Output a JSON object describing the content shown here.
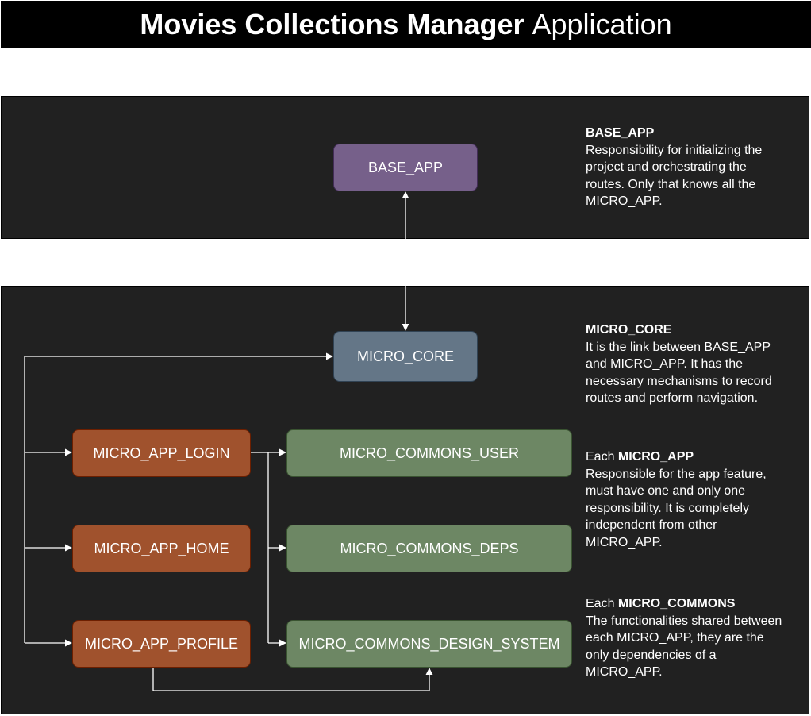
{
  "title": {
    "bold": "Movies Collections Manager",
    "regular": "Application"
  },
  "nodes": {
    "base_app": "BASE_APP",
    "micro_core": "MICRO_CORE",
    "micro_app_login": "MICRO_APP_LOGIN",
    "micro_app_home": "MICRO_APP_HOME",
    "micro_app_profile": "MICRO_APP_PROFILE",
    "micro_commons_user": "MICRO_COMMONS_USER",
    "micro_commons_deps": "MICRO_COMMONS_DEPS",
    "micro_commons_design_system": "MICRO_COMMONS_DESIGN_SYSTEM"
  },
  "descriptions": {
    "base_app": {
      "heading": "BASE_APP",
      "lines": [
        "Responsibility for initializing the",
        "project and orchestrating the",
        "routes. Only that knows all the",
        "MICRO_APP."
      ]
    },
    "micro_core": {
      "heading": "MICRO_CORE",
      "lines": [
        "It is the link between BASE_APP",
        "and MICRO_APP. It has the",
        "necessary mechanisms to record",
        "routes and perform navigation."
      ]
    },
    "micro_app": {
      "heading_prefix": "Each ",
      "heading": "MICRO_APP",
      "lines": [
        "Responsible for the app feature,",
        "must have one and only one",
        "responsibility. It is completely",
        "independent from other",
        "MICRO_APP."
      ]
    },
    "micro_commons": {
      "heading_prefix": "Each ",
      "heading": "MICRO_COMMONS",
      "lines": [
        "The functionalities shared between",
        "each MICRO_APP, they are the",
        "only dependencies of a",
        "MICRO_APP."
      ]
    }
  },
  "colors": {
    "panel": "#212121",
    "base_app": "#76608a",
    "micro_core": "#647687",
    "micro_app": "#a0522d",
    "micro_commons": "#6d8764",
    "connector": "#ffffff"
  }
}
